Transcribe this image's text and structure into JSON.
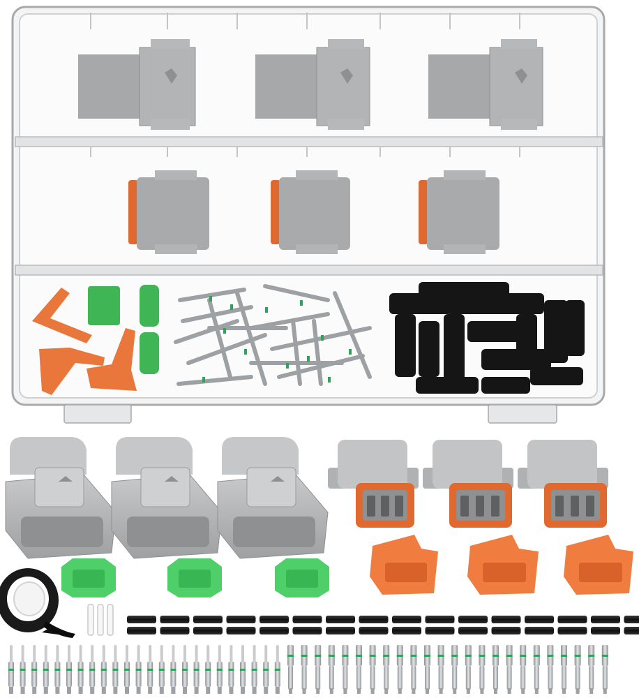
{
  "image": {
    "kind": "product-photo",
    "colors": {
      "background": "#ffffff",
      "case_plastic": "#d9dadb",
      "case_edge": "#a8a9ab",
      "connector_gray": "#a9aaab",
      "connector_gray_light": "#c4c5c6",
      "connector_gray_dark": "#8f9091",
      "seal_orange": "#e0692f",
      "wedge_orange": "#f07d3f",
      "lock_green": "#4fcf6a",
      "heat_shrink_black": "#141414",
      "pin_metal": "#b9bcbf",
      "pin_band_green": "#2fa35a"
    },
    "case": {
      "compartments": 3
    },
    "loose_parts": {
      "male_connectors": 3,
      "female_connectors": 3,
      "green_wedgelocks": 3,
      "orange_wedgelocks": 3,
      "heat_shrink_tubes": 32,
      "male_pins": 24,
      "female_sockets": 24,
      "sealing_plugs": 3,
      "tape_rolls": 1
    }
  }
}
